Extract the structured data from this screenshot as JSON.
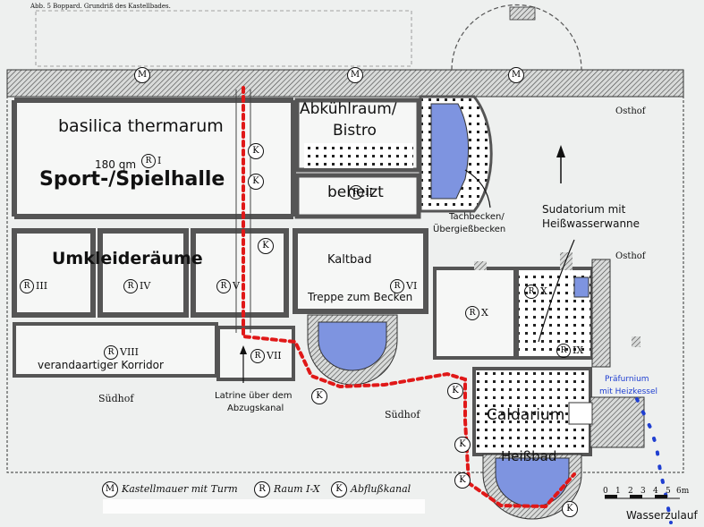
{
  "header": {
    "caption": "Abb. 5   Boppard. Grundriß des Kastellbades."
  },
  "rooms": {
    "basilica": "basilica thermarum",
    "area": "180 qm",
    "sport": "Sport-/Spielhalle",
    "abkuehl": "Abkühlraum/",
    "bistro": "Bistro",
    "beheizt": "beheizt",
    "osthof_top": "Osthof",
    "osthof_mid": "Osthof",
    "tachbecken1": "Tachbecken/",
    "tachbecken2": "Übergießbecken",
    "sudatorium1": "Sudatorium mit",
    "sudatorium2": "Heißwasserwanne",
    "umkleide": "Umkleideräume",
    "kaltbad": "Kaltbad",
    "treppe": "Treppe zum Becken",
    "korridor": "verandaartiger Korridor",
    "latrine1": "Latrine über dem",
    "latrine2": "Abzugskanal",
    "suedhof1": "Südhof",
    "suedhof2": "Südhof",
    "caldarium": "Caldarium",
    "heissbad": "Heißbad",
    "praefurnium1": "Präfurnium",
    "praefurnium2": "mit Heizkessel",
    "wasserzulauf": "Wasserzulauf"
  },
  "room_numerals": {
    "I": "I",
    "II": "II",
    "III": "III",
    "IV": "IV",
    "V": "V",
    "VI": "VI",
    "VII": "VII",
    "VIII": "VIII",
    "IX": "IX",
    "X": "X"
  },
  "markers": {
    "M": "M",
    "R": "R",
    "K": "K"
  },
  "legend": {
    "m_text": "Kastellmauer mit Turm",
    "r_text": "Raum I-X",
    "k_text": "Abflußkanal"
  },
  "scale": {
    "ticks": [
      "0",
      "1",
      "2",
      "3",
      "4",
      "5"
    ],
    "unit": "6m"
  },
  "colors": {
    "pool": "#7e94e0",
    "drain": "#e01818",
    "water_inlet": "#1f3fd1",
    "wall_hatch": "#555555"
  }
}
